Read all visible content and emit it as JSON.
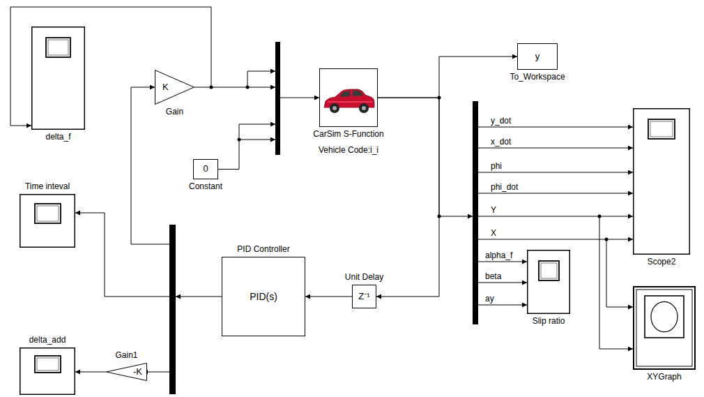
{
  "diagram": {
    "nodes": [
      {
        "text": [
          "delta_f"
        ]
      },
      {
        "text": [
          "K",
          "Gain"
        ]
      },
      {
        "text": [
          "0",
          "Constant"
        ]
      },
      {
        "text": [
          "CarSim S-Function",
          "Vehicle Code:i_i"
        ]
      },
      {
        "text": [
          "y",
          "To_Workspace"
        ]
      },
      {
        "text": [
          "Time inteval"
        ]
      },
      {
        "text": [
          "PID Controller",
          "PID(s)"
        ]
      },
      {
        "text": [
          "Unit Delay",
          "Z⁻¹"
        ]
      },
      {
        "text": [
          "delta_add"
        ]
      },
      {
        "text": [
          "-K",
          "Gain1"
        ]
      },
      {
        "text": [
          "Scope2"
        ]
      },
      {
        "text": [
          "Slip ratio"
        ]
      },
      {
        "text": [
          "XYGraph"
        ]
      }
    ],
    "edges": [
      {
        "from": 1,
        "to": 0,
        "arrow": "to"
      },
      {
        "from": 3,
        "to": 4,
        "arrow": "to"
      },
      {
        "from": 3,
        "to": 7,
        "arrow": "to"
      },
      {
        "from": 7,
        "to": 6,
        "arrow": "to"
      },
      {
        "from": 9,
        "to": 8,
        "arrow": "to"
      }
    ],
    "labels": [
      "y_dot",
      "x_dot",
      "phi",
      "phi_dot",
      "Y",
      "X",
      "alpha_f",
      "beta",
      "ay"
    ]
  }
}
